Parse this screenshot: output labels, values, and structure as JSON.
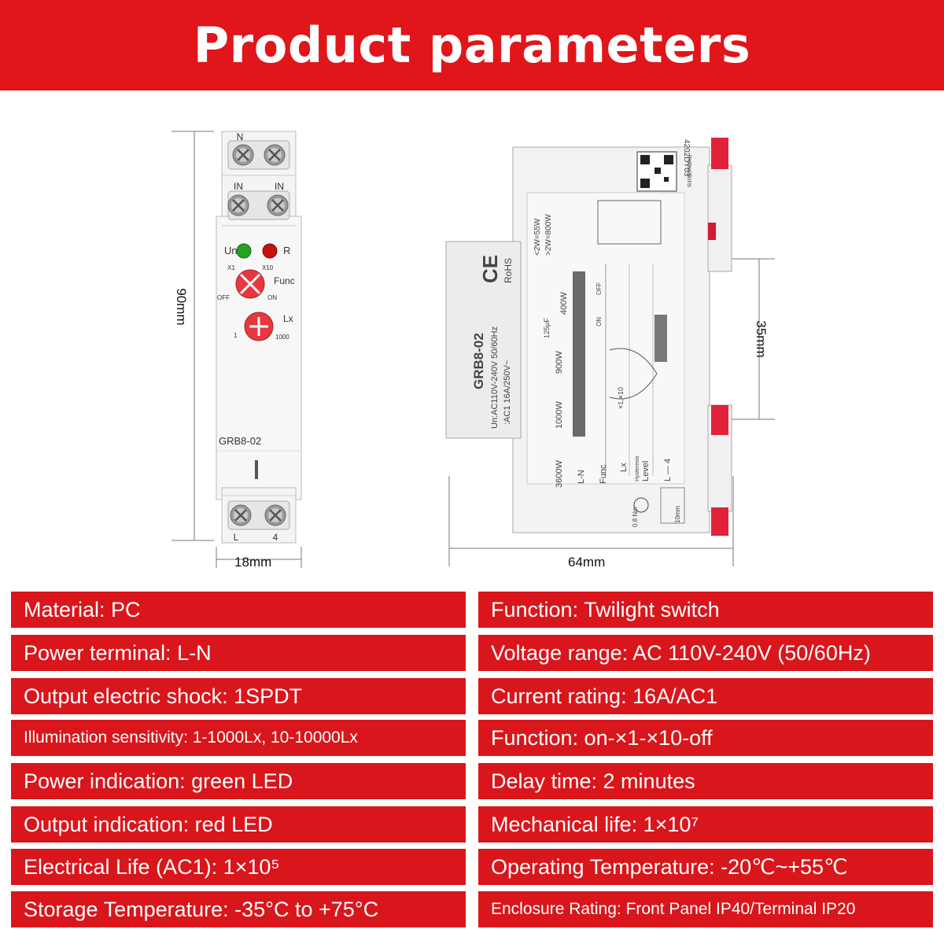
{
  "header": {
    "title": "Product parameters"
  },
  "front_view": {
    "terminals_top_1": "N",
    "terminals_top_2_a": "IN",
    "terminals_top_2_b": "IN",
    "led_un": "Un",
    "led_r": "R",
    "func_label": "Func",
    "func_x1": "X1",
    "func_x10": "X10",
    "func_off": "OFF",
    "func_on": "ON",
    "lx_label": "Lx",
    "lx_min": "1",
    "lx_max": "1000",
    "model": "GRB8-02",
    "terminal_bottom_l": "L",
    "terminal_bottom_4": "4"
  },
  "side_view": {
    "model": "GRB8-02",
    "voltage_line": "Un:AC110V-240V 50/60Hz",
    "contact_line": ":AC1 16A/250V~",
    "rohs": "RoHS",
    "ce": "CE",
    "code": "4202DY03",
    "instructions": "Instructions",
    "loads": [
      "3600W",
      "1000W",
      "900W",
      "400W"
    ],
    "cap": "125μF",
    "led_small": "<2W=55W",
    "led_big": ">2W=800W",
    "rows": [
      "L-N",
      "Func",
      "Lx",
      "Level",
      "L — 4"
    ],
    "hysteresis": "Hysteresis",
    "torque": "0.8 Nm",
    "strip": "10mm",
    "on": "ON",
    "off": "OFF",
    "x_labels": "×1,×10"
  },
  "dimensions": {
    "height": "90mm",
    "width_front": "18mm",
    "depth": "64mm",
    "rail": "35mm"
  },
  "specs_left": [
    "Material: PC",
    "Power terminal: L-N",
    "Output electric shock: 1SPDT",
    "Illumination sensitivity: 1-1000Lx, 10-10000Lx",
    "Power indication: green LED",
    "Output indication: red LED",
    "Electrical Life (AC1): 1×10⁵",
    "Storage Temperature: -35°C to +75°C"
  ],
  "specs_right": [
    "Function: Twilight switch",
    "Voltage range: AC 110V-240V (50/60Hz)",
    "Current rating: 16A/AC1",
    "Function: on-×1-×10-off",
    "Delay time: 2 minutes",
    "Mechanical life: 1×10⁷",
    "Operating Temperature: -20℃~+55℃",
    "Enclosure Rating: Front Panel IP40/Terminal IP20"
  ],
  "colors": {
    "accent": "#e0161a",
    "led_green": "#22a322",
    "led_red": "#c81010",
    "knob": "#e8383f"
  }
}
